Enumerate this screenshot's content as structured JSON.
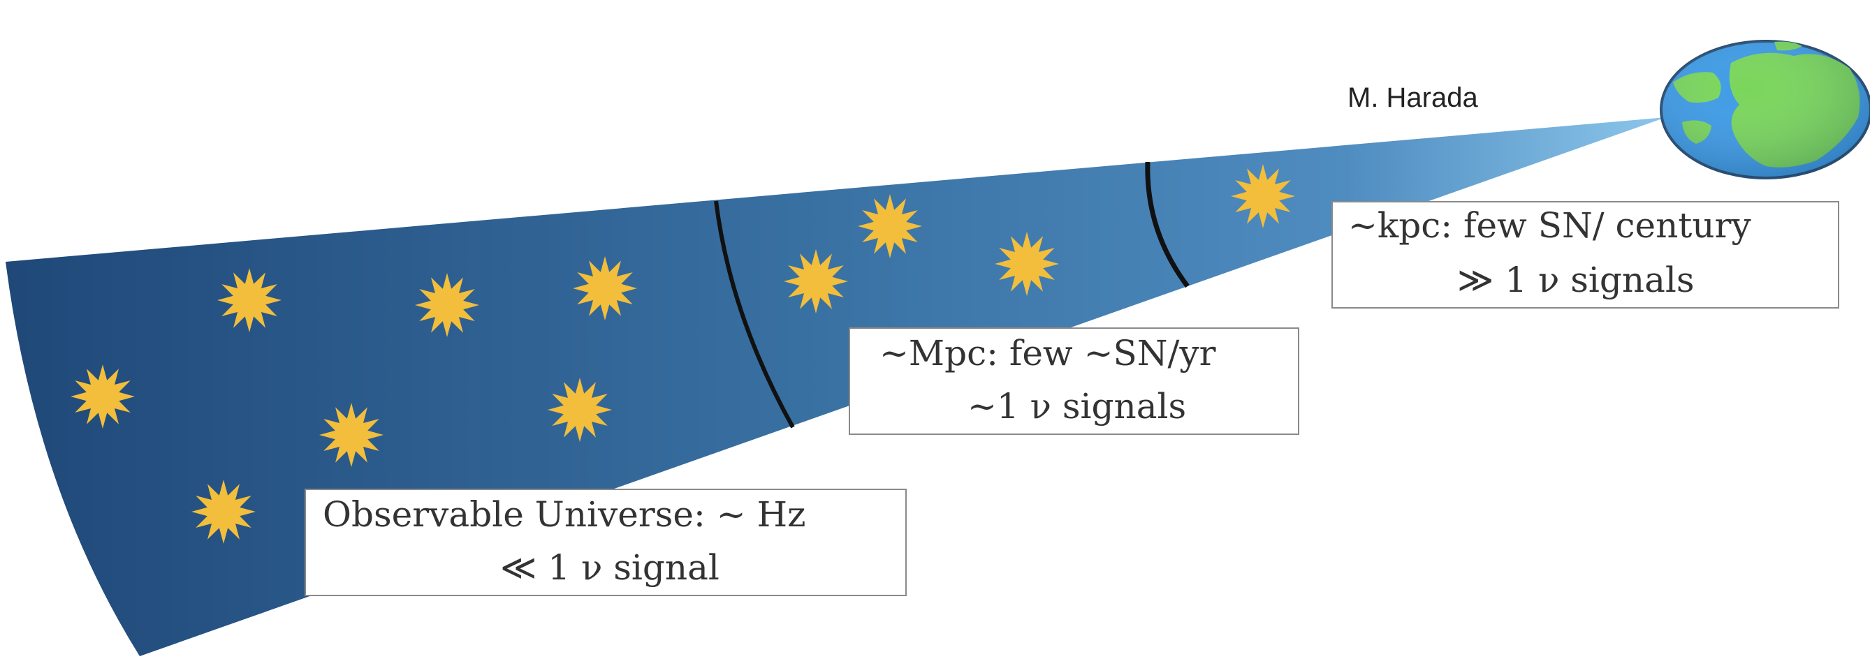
{
  "author": "M. Harada",
  "regions": [
    {
      "name": "observable-universe",
      "line1": "Observable Universe: ~ Hz",
      "line2": "≪ 1 ν  signal"
    },
    {
      "name": "mpc",
      "line1": "~Mpc: few ~SN/yr",
      "line2": "~1  ν  signals"
    },
    {
      "name": "kpc",
      "line1": "~kpc: few SN/ century",
      "line2": "≫ 1  ν  signals"
    }
  ],
  "colors": {
    "cone_far": "#1f4878",
    "cone_mid": "#3d79ab",
    "cone_near": "#8fc9ee",
    "star": "#f2be3b",
    "earth_ocean": "#3d9be6",
    "earth_land": "#79d65a",
    "boundary": "#111111"
  },
  "icons": [
    "star-icon",
    "earth-icon"
  ]
}
